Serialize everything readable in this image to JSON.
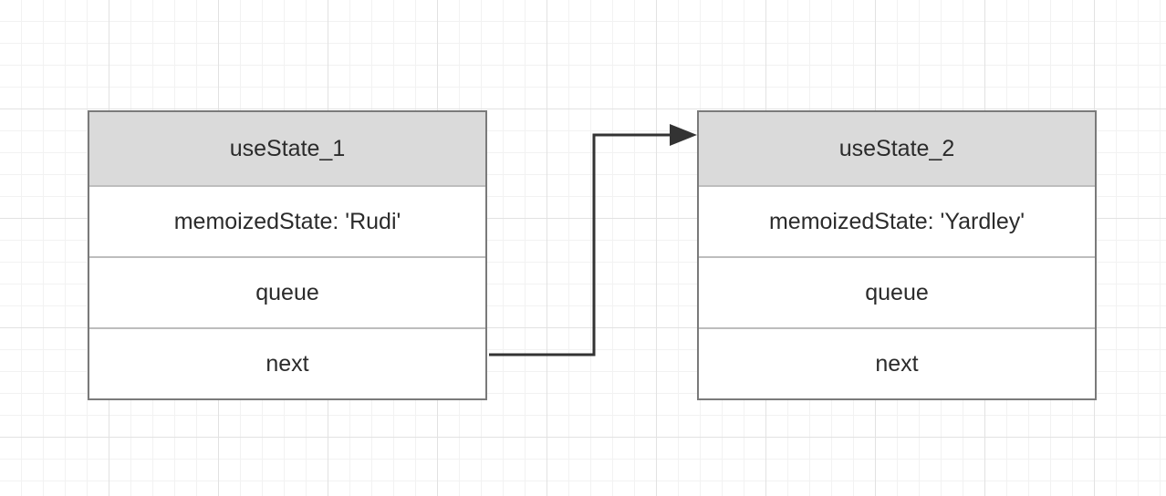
{
  "nodes": [
    {
      "title": "useState_1",
      "fields": [
        "memoizedState: 'Rudi'",
        "queue",
        "next"
      ]
    },
    {
      "title": "useState_2",
      "fields": [
        "memoizedState: 'Yardley'",
        "queue",
        "next"
      ]
    }
  ],
  "colors": {
    "header_fill": "#dadada",
    "border": "#7a7a7a",
    "arrow": "#333333"
  }
}
